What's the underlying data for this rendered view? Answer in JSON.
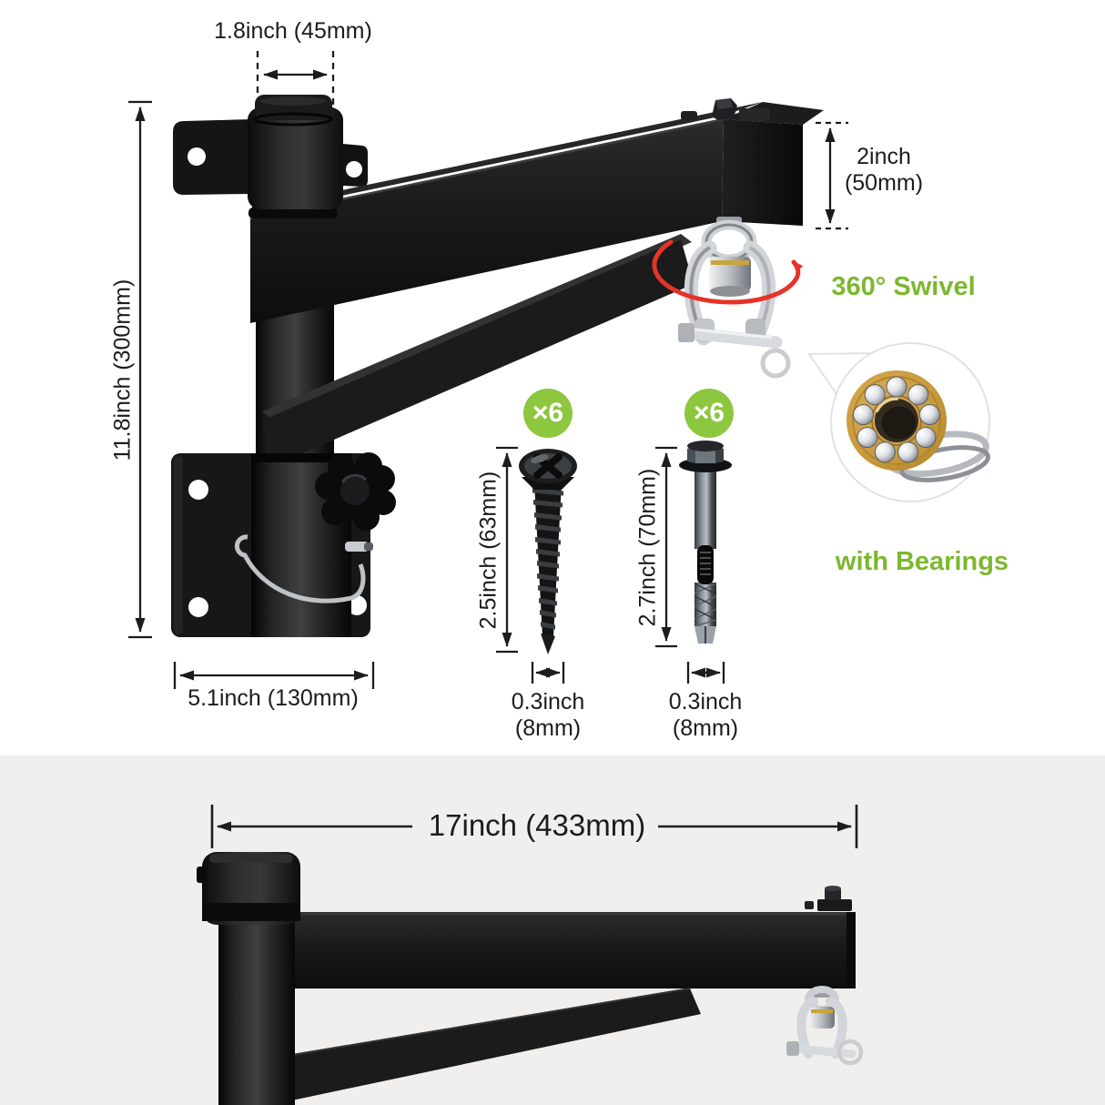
{
  "colors": {
    "accent_green_badge": "#8dc63f",
    "accent_green_text": "#7cb82e",
    "arrow_red": "#e5332a",
    "product_black": "#161616",
    "bottom_panel_gray": "#f0efed",
    "metal_silver": "#c9cdd1",
    "dimension_ink": "#1c1c1c",
    "bearing_gold": "#c6983c"
  },
  "main_view": {
    "pole_width_label": "1.8inch (45mm)",
    "height_label": "11.8inch (300mm)",
    "plate_width_label": "5.1inch (130mm)",
    "arm_height_label_line1": "2inch",
    "arm_height_label_line2": "(50mm)",
    "swivel_callout": "360° Swivel",
    "bearing_callout": "with Bearings"
  },
  "hardware": {
    "screw": {
      "quantity_badge": "×6",
      "length_label": "2.5inch (63mm)",
      "diameter_label_line1": "0.3inch",
      "diameter_label_line2": "(8mm)"
    },
    "anchor_bolt": {
      "quantity_badge": "×6",
      "length_label": "2.7inch (70mm)",
      "diameter_label_line1": "0.3inch",
      "diameter_label_line2": "(8mm)"
    }
  },
  "profile_view": {
    "arm_length_label": "17inch (433mm)"
  }
}
